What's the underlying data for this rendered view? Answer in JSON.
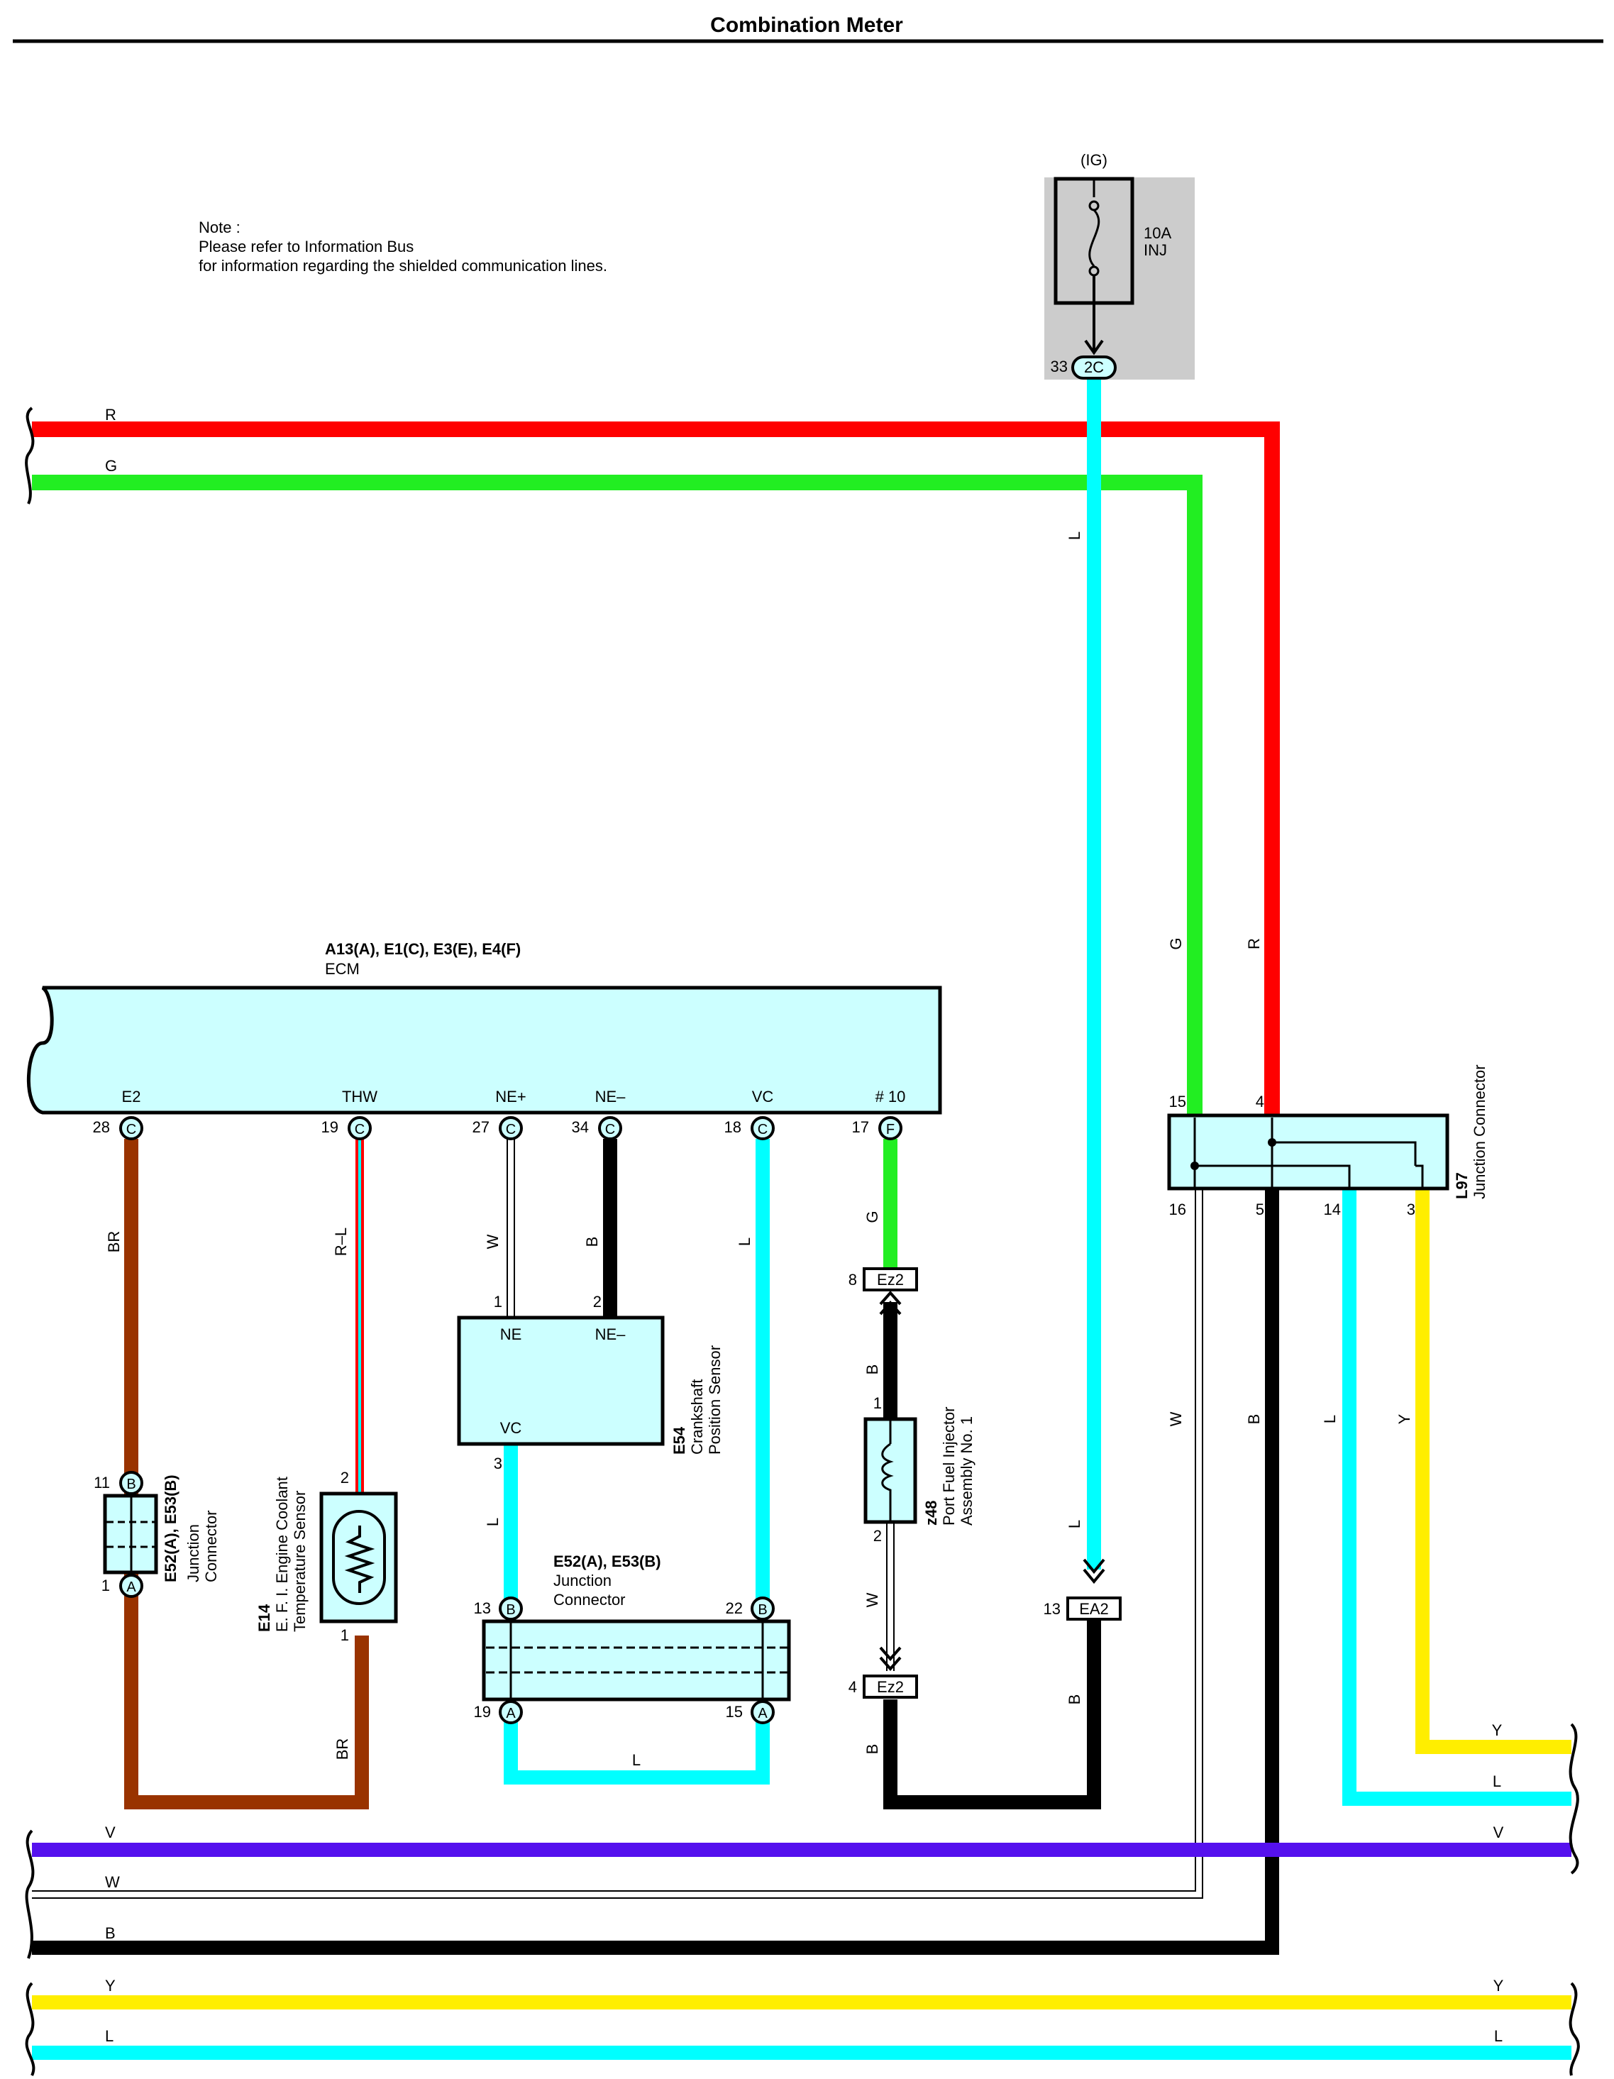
{
  "title": "Combination Meter",
  "note": {
    "line1": "Note :",
    "line2": "Please refer to Information Bus",
    "line3": "for information regarding the shielded communication lines."
  },
  "fuse": {
    "header": "(IG)",
    "rating": "10A",
    "name": "INJ",
    "pin": "33",
    "connector": "2C"
  },
  "ecm": {
    "connectors": "A13(A), E1(C), E3(E), E4(F)",
    "name": "ECM",
    "terminals": [
      {
        "name": "E2",
        "pin": "28",
        "conn": "C"
      },
      {
        "name": "THW",
        "pin": "19",
        "conn": "C"
      },
      {
        "name": "NE+",
        "pin": "27",
        "conn": "C"
      },
      {
        "name": "NE–",
        "pin": "34",
        "conn": "C"
      },
      {
        "name": "VC",
        "pin": "18",
        "conn": "C"
      },
      {
        "name": "# 10",
        "pin": "17",
        "conn": "F"
      }
    ]
  },
  "jc_l97": {
    "code": "L97",
    "name": "Junction Connector",
    "pins_top": [
      "15",
      "4"
    ],
    "pins_bottom": [
      "16",
      "5",
      "14",
      "3"
    ]
  },
  "jc_left": {
    "code": "E52(A), E53(B)",
    "line1": "Junction",
    "line2": "Connector",
    "pin_top": "11",
    "conn_top": "B",
    "pin_bottom": "1",
    "conn_bottom": "A"
  },
  "jc_mid": {
    "code": "E52(A), E53(B)",
    "line1": "Junction",
    "line2": "Connector",
    "pins": [
      {
        "pin": "13",
        "conn": "B"
      },
      {
        "pin": "22",
        "conn": "B"
      },
      {
        "pin": "19",
        "conn": "A"
      },
      {
        "pin": "15",
        "conn": "A"
      }
    ]
  },
  "coolant_sensor": {
    "code": "E14",
    "line1": "E. F. I. Engine Coolant",
    "line2": "Temperature Sensor",
    "pin_top": "2",
    "pin_bottom": "1"
  },
  "crank_sensor": {
    "code": "E54",
    "line1": "Crankshaft",
    "line2": "Position Sensor",
    "term_ne_pos": "NE",
    "term_ne_neg": "NE–",
    "term_vc": "VC",
    "pin1": "1",
    "pin2": "2",
    "pin3": "3"
  },
  "injector": {
    "code": "z48",
    "line1": "Port Fuel Injector",
    "line2": "Assembly No. 1",
    "pin1": "1",
    "pin2": "2"
  },
  "connectors": {
    "ez2_top": {
      "pin": "8",
      "name": "Ez2"
    },
    "ez2_bottom": {
      "pin": "4",
      "name": "Ez2"
    },
    "ea2": {
      "pin": "13",
      "name": "EA2"
    }
  },
  "wire_labels": {
    "R": "R",
    "G": "G",
    "L": "L",
    "BR": "BR",
    "RL": "R–L",
    "W": "W",
    "B": "B",
    "Y": "Y",
    "V": "V"
  },
  "colors": {
    "red": "#ff0000",
    "green": "#22ee22",
    "cyan": "#00ffff",
    "brown": "#993300",
    "black": "#000000",
    "yellow": "#ffee00",
    "violet": "#5511ee",
    "white_wire": "#ffffff",
    "component_fill": "#ccffff",
    "fuse_box": "#cccccc"
  }
}
